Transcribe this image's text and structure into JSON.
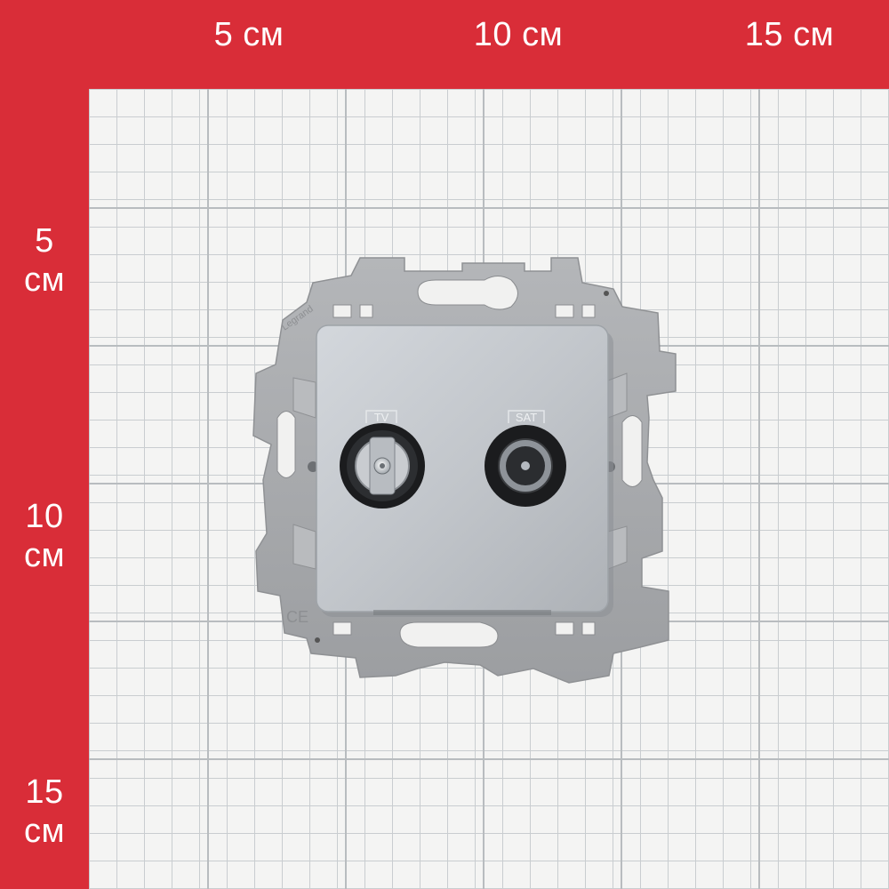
{
  "ruler": {
    "top_labels": [
      "5 см",
      "10 см",
      "15 см"
    ],
    "left_labels": [
      {
        "num": "5",
        "unit": "см"
      },
      {
        "num": "10",
        "unit": "см"
      },
      {
        "num": "15",
        "unit": "см"
      }
    ]
  },
  "socket": {
    "tv_label": "TV",
    "sat_label": "SAT",
    "frame_brand": "Legrand",
    "colors": {
      "background_red": "#d92d38",
      "grid_paper": "#f4f4f3",
      "frame_gray": "#a9abae",
      "cover_silver": "#c2c6cb"
    }
  }
}
